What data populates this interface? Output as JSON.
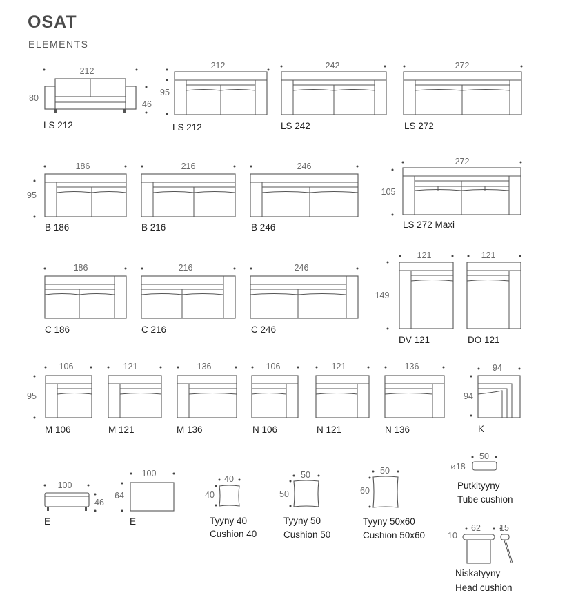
{
  "header": {
    "title": "OSAT",
    "subtitle": "ELEMENTS"
  },
  "rows": {
    "row1": {
      "left_height": "80",
      "height": "95"
    },
    "row2": {
      "height": "95",
      "maxi_height": "105"
    },
    "row4": {
      "height": "149"
    },
    "row5": {
      "height": "95",
      "k_height": "94"
    },
    "row6": {
      "e_height": "46",
      "e2_height": "64",
      "c40_height": "40",
      "c50_height": "50",
      "c5060_height": "60"
    }
  },
  "elements": [
    {
      "id": "ls212a",
      "label": "LS 212",
      "width": "212",
      "leg_height": "46"
    },
    {
      "id": "ls212b",
      "label": "LS 212",
      "width": "212"
    },
    {
      "id": "ls242",
      "label": "LS 242",
      "width": "242"
    },
    {
      "id": "ls272",
      "label": "LS 272",
      "width": "272"
    },
    {
      "id": "b186",
      "label": "B 186",
      "width": "186"
    },
    {
      "id": "b216",
      "label": "B 216",
      "width": "216"
    },
    {
      "id": "b246",
      "label": "B 246",
      "width": "246"
    },
    {
      "id": "ls272maxi",
      "label": "LS 272 Maxi",
      "width": "272"
    },
    {
      "id": "c186",
      "label": "C 186",
      "width": "186"
    },
    {
      "id": "c216",
      "label": "C 216",
      "width": "216"
    },
    {
      "id": "c246",
      "label": "C 246",
      "width": "246"
    },
    {
      "id": "dv121",
      "label": "DV 121",
      "width": "121"
    },
    {
      "id": "do121",
      "label": "DO 121",
      "width": "121"
    },
    {
      "id": "m106",
      "label": "M 106",
      "width": "106"
    },
    {
      "id": "m121",
      "label": "M 121",
      "width": "121"
    },
    {
      "id": "m136",
      "label": "M 136",
      "width": "136"
    },
    {
      "id": "n106",
      "label": "N 106",
      "width": "106"
    },
    {
      "id": "n121",
      "label": "N 121",
      "width": "121"
    },
    {
      "id": "n136",
      "label": "N 136",
      "width": "136"
    },
    {
      "id": "k",
      "label": "K",
      "width": "94"
    },
    {
      "id": "e1",
      "label": "E",
      "width": "100"
    },
    {
      "id": "e2",
      "label": "E",
      "width": "100"
    },
    {
      "id": "c40",
      "label": "Tyyny 40",
      "label2": "Cushion 40",
      "width": "40"
    },
    {
      "id": "c50",
      "label": "Tyyny 50",
      "label2": "Cushion 50",
      "width": "50"
    },
    {
      "id": "c5060",
      "label": "Tyyny 50x60",
      "label2": "Cushion 50x60",
      "width": "50"
    },
    {
      "id": "tube",
      "label": "Putkityyny",
      "label2": "Tube cushion",
      "width": "50",
      "diameter": "ø18"
    },
    {
      "id": "head",
      "label": "Niskatyyny",
      "label2": "Head cushion",
      "width": "62",
      "depth": "15",
      "height": "10"
    }
  ]
}
